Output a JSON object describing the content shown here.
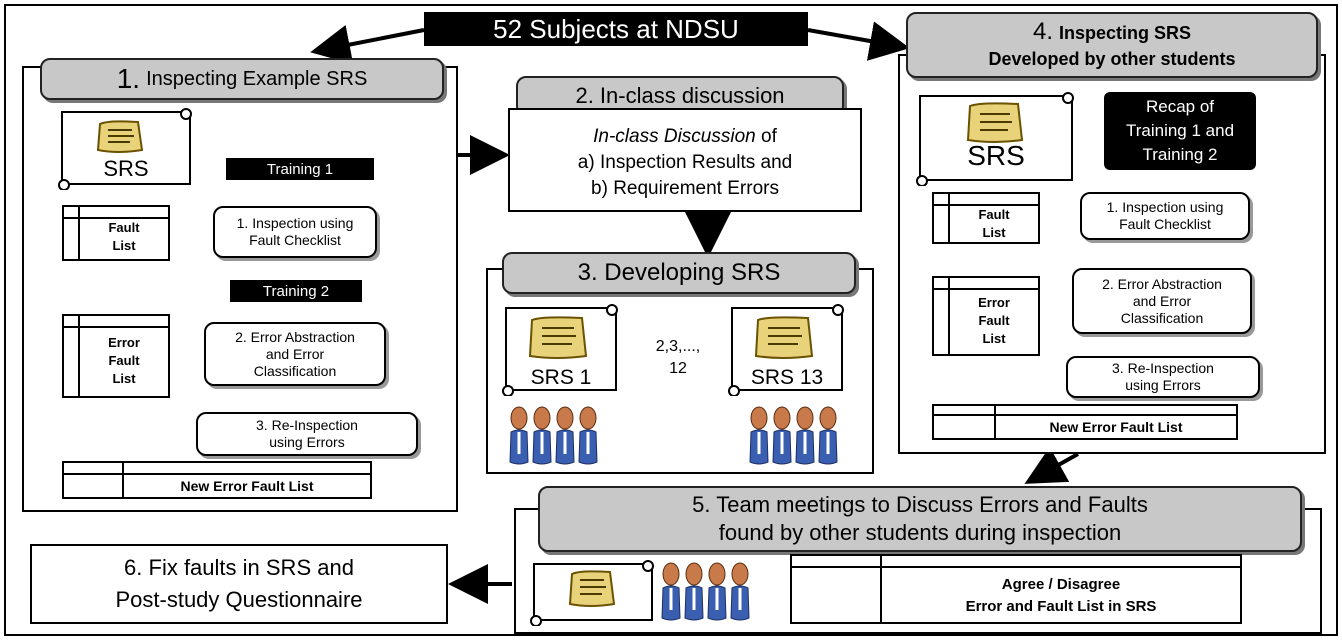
{
  "title": "52 Subjects at NDSU",
  "step1": {
    "number": "1.",
    "title": "Inspecting Example SRS",
    "srs_label": "SRS",
    "training1": "Training 1",
    "training2": "Training 2",
    "inspection": "1. Inspection using\nFault Checklist",
    "abstraction": "2. Error Abstraction\nand Error\nClassification",
    "reinspection": "3. Re-Inspection\nusing Errors",
    "fault_list": "Fault\nList",
    "error_fault_list": "Error\nFault\nList",
    "new_list": "New Error Fault List"
  },
  "step2": {
    "title": "2. In-class discussion",
    "text_italic": "In-class Discussion",
    "text_rest": " of",
    "item_a": "a) Inspection Results and",
    "item_b": "b) Requirement Errors"
  },
  "step3": {
    "title": "3. Developing SRS",
    "srs1": "SRS 1",
    "srs13": "SRS 13",
    "middle": "2,3,...,\n12"
  },
  "step4": {
    "number": "4.",
    "title_line1": "Inspecting SRS",
    "title_line2": "Developed by other students",
    "srs_label": "SRS",
    "recap": "Recap of\nTraining 1 and\nTraining 2",
    "inspection": "1. Inspection using\nFault Checklist",
    "abstraction": "2. Error Abstraction\nand Error\nClassification",
    "reinspection": "3. Re-Inspection\nusing Errors",
    "fault_list": "Fault\nList",
    "error_fault_list": "Error\nFault\nList",
    "new_list": "New Error Fault List"
  },
  "step5": {
    "title": "5. Team meetings to Discuss Errors and Faults\nfound by other students during inspection",
    "agree": "Agree / Disagree",
    "list": "Error and Fault List in SRS"
  },
  "step6": {
    "title": "6. Fix faults in SRS and\nPost-study Questionnaire"
  },
  "icons": {
    "scroll": "document-scroll-icon",
    "people": "people-group-icon"
  },
  "colors": {
    "header_gray": "#c8c8c8",
    "scroll_fill": "#ffffff",
    "scroll_paper": "#e8d27a",
    "person_shirt": "#3a5fb0",
    "person_head": "#c97a4a"
  }
}
